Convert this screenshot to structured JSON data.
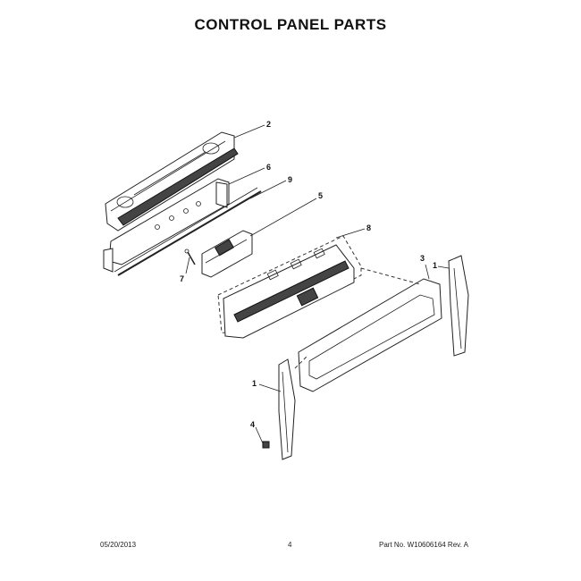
{
  "title": "CONTROL PANEL PARTS",
  "callouts": {
    "c1a": "1",
    "c1b": "1",
    "c2": "2",
    "c3": "3",
    "c4": "4",
    "c5": "5",
    "c6": "6",
    "c7": "7",
    "c8": "8",
    "c9": "9"
  },
  "footer": {
    "date": "05/20/2013",
    "page": "4",
    "part_no": "Part No. W10606164  Rev. A"
  }
}
